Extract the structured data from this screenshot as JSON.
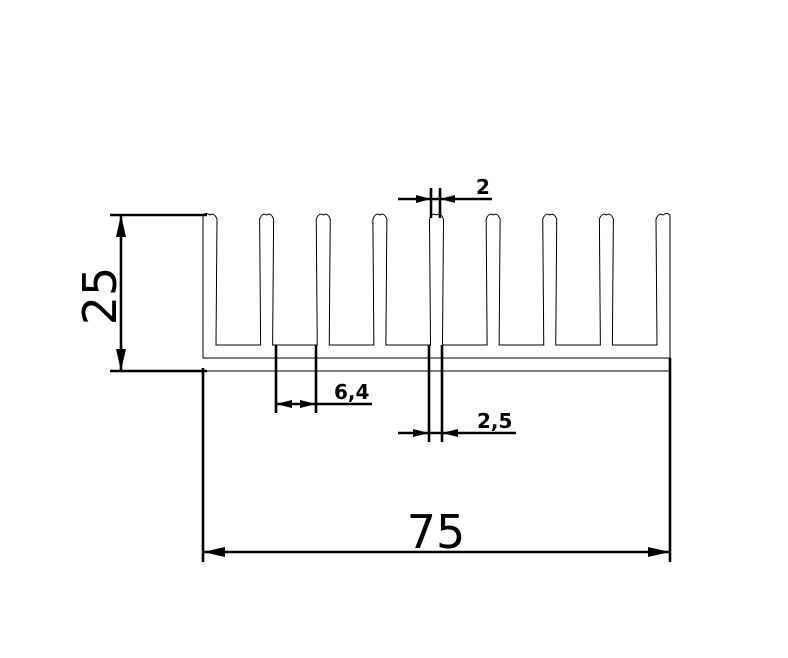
{
  "dimensions": {
    "total_width": "75",
    "height": "25",
    "fin_gap": "6,4",
    "fin_thickness": "2,5",
    "fin_tip": "2"
  },
  "profile": {
    "fin_count": 9
  }
}
